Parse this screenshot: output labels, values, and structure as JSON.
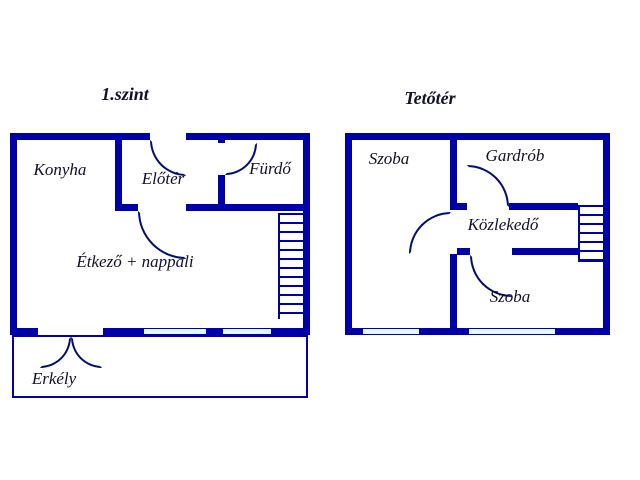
{
  "first_floor": {
    "title": "1.szint",
    "rooms": {
      "kitchen": "Konyha",
      "foyer": "Előtér",
      "bathroom": "Fürdő",
      "dining_living": "Étkező + nappali",
      "balcony": "Erkély"
    }
  },
  "attic": {
    "title": "Tetőtér",
    "rooms": {
      "room_left": "Szoba",
      "wardrobe": "Gardrób",
      "hallway": "Közlekedő",
      "room_bottom": "Szoba"
    }
  },
  "colors": {
    "wall": "#0000a8",
    "line": "#001070",
    "window_fill": "#e2fafd",
    "text": "#101028"
  }
}
